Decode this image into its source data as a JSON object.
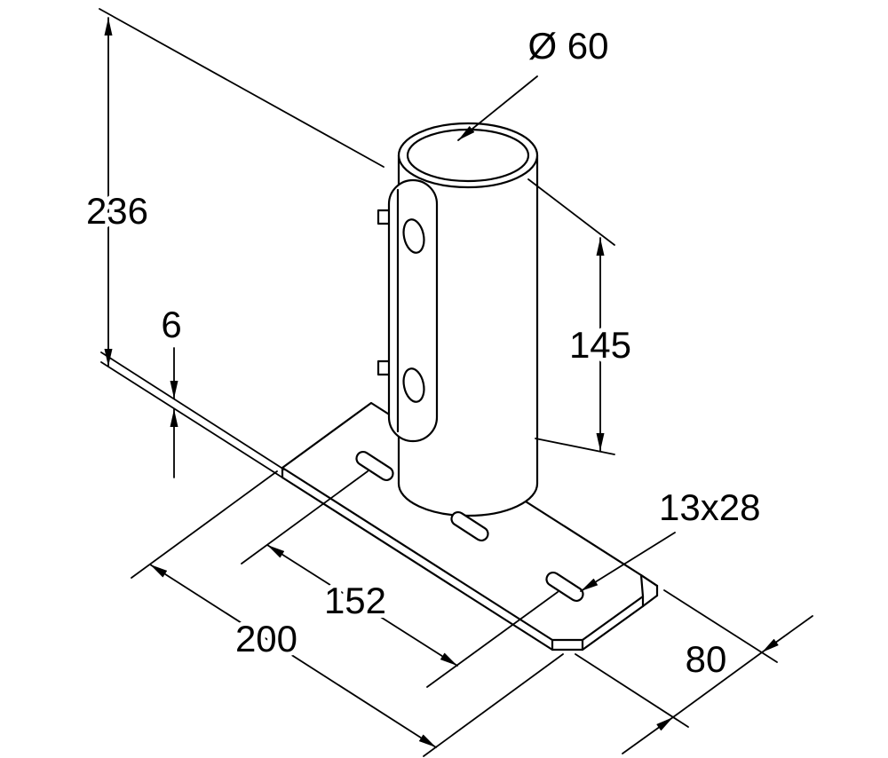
{
  "drawing": {
    "kind": "technical-dimension-drawing",
    "colors": {
      "line": "#000000",
      "background": "#ffffff"
    }
  },
  "labels": {
    "diameter": "Ø 60",
    "total_height": "236",
    "plate_thickness": "6",
    "upper_height": "145",
    "slot_size": "13x28",
    "slot_spacing": "152",
    "plate_length": "200",
    "plate_width": "80"
  }
}
